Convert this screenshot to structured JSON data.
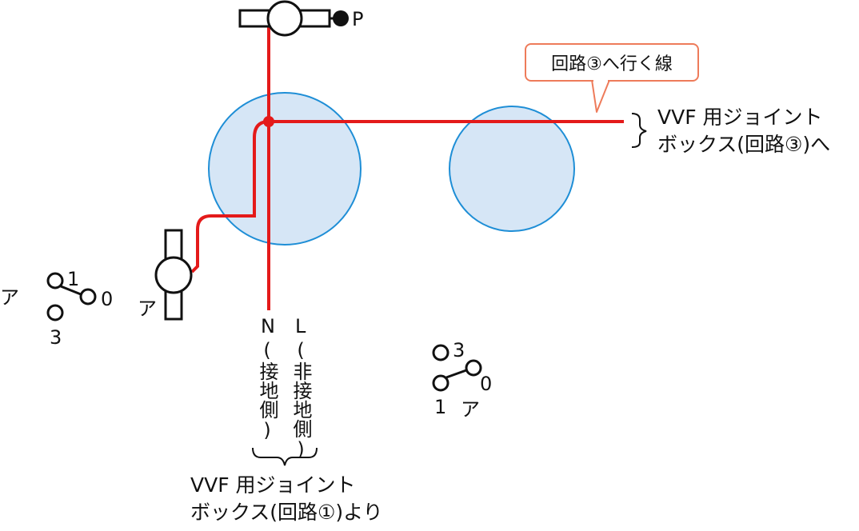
{
  "labels": {
    "p": "P",
    "a_left": "ア",
    "a_outlet": "ア",
    "a_right": "ア",
    "sw_left": {
      "t1": "1",
      "t0": "0",
      "t3": "3"
    },
    "sw_right": {
      "t3": "3",
      "t0": "0",
      "t1": "1"
    },
    "n_letter": "N",
    "n_desc": "(接地側)",
    "l_letter": "L",
    "l_desc": "(非接地側)",
    "bottom_line1": "VVF 用ジョイント",
    "bottom_line2": "ボックス(回路①)より",
    "right_line1": "VVF 用ジョイント",
    "right_line2": "ボックス(回路③)へ",
    "callout": "回路③へ行く線"
  },
  "colors": {
    "wire": "#e41a1a",
    "box_fill": "#d6e6f6",
    "box_stroke": "#1e8ed6",
    "callout_stroke": "#ee7b5a",
    "ink": "#111111"
  }
}
